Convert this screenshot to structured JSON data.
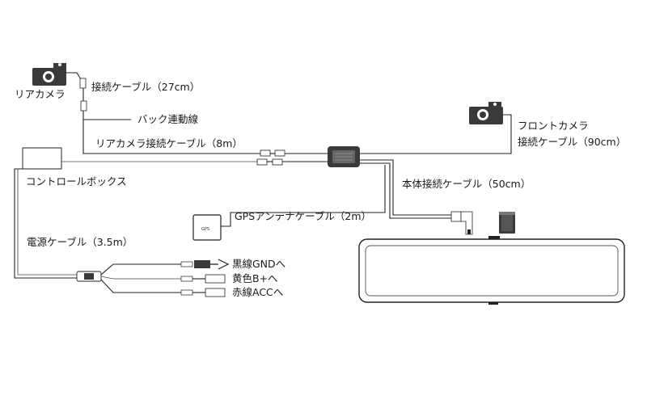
{
  "labels": {
    "rear_camera": "リアカメラ",
    "connection_cable_27": "接続ケーブル（27cm）",
    "reverse_signal_wire": "バック連動線",
    "rear_camera_cable_8m": "リアカメラ接続ケーブル（8m）",
    "control_box": "コントロールボックス",
    "front_camera": "フロントカメラ",
    "connection_cable_90": "接続ケーブル（90cm）",
    "main_unit_cable_50": "本体接続ケーブル（50cm）",
    "gps_antenna_cable": "GPSアンテナケーブル（2m）",
    "power_cable": "電源ケーブル（3.5m）",
    "black_wire_gnd": "黒線GNDへ",
    "yellow_wire_b": "黄色B+へ",
    "red_wire_acc": "赤線ACCへ"
  },
  "gps_module_text": "GPS",
  "colors": {
    "line": "#222222",
    "device_body": "#3a3a3a",
    "lens": "#ffffff"
  }
}
